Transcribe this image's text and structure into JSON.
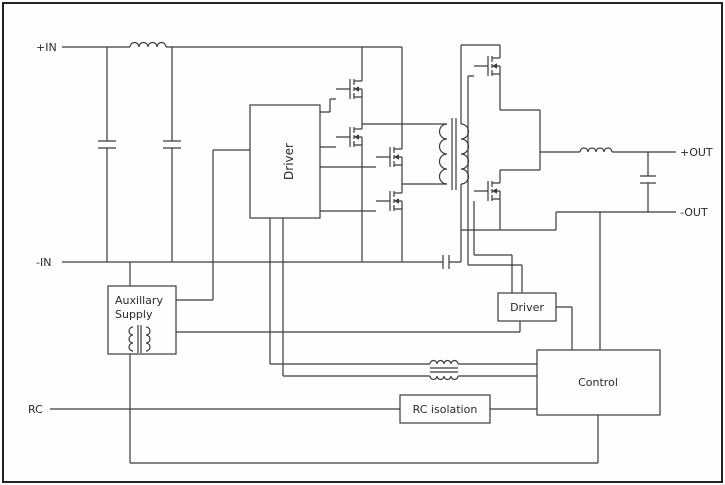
{
  "labels": {
    "in_pos": "+IN",
    "in_neg": "-IN",
    "rc_input": "RC",
    "out_pos": "+OUT",
    "out_neg": "-OUT",
    "main_driver": "Driver",
    "aux_line1": "Auxillary",
    "aux_line2": "Supply",
    "secondary_driver": "Driver",
    "control": "Control",
    "rc_isolation": "RC isolation"
  },
  "colors": {
    "ink": "#3b3b3b",
    "background": "#fefefe",
    "border": "#222222"
  },
  "icons": {
    "mosfet": "n-channel-mosfet-symbol",
    "transformer": "transformer-symbol",
    "inductor": "inductor-symbol",
    "capacitor": "capacitor-symbol"
  }
}
